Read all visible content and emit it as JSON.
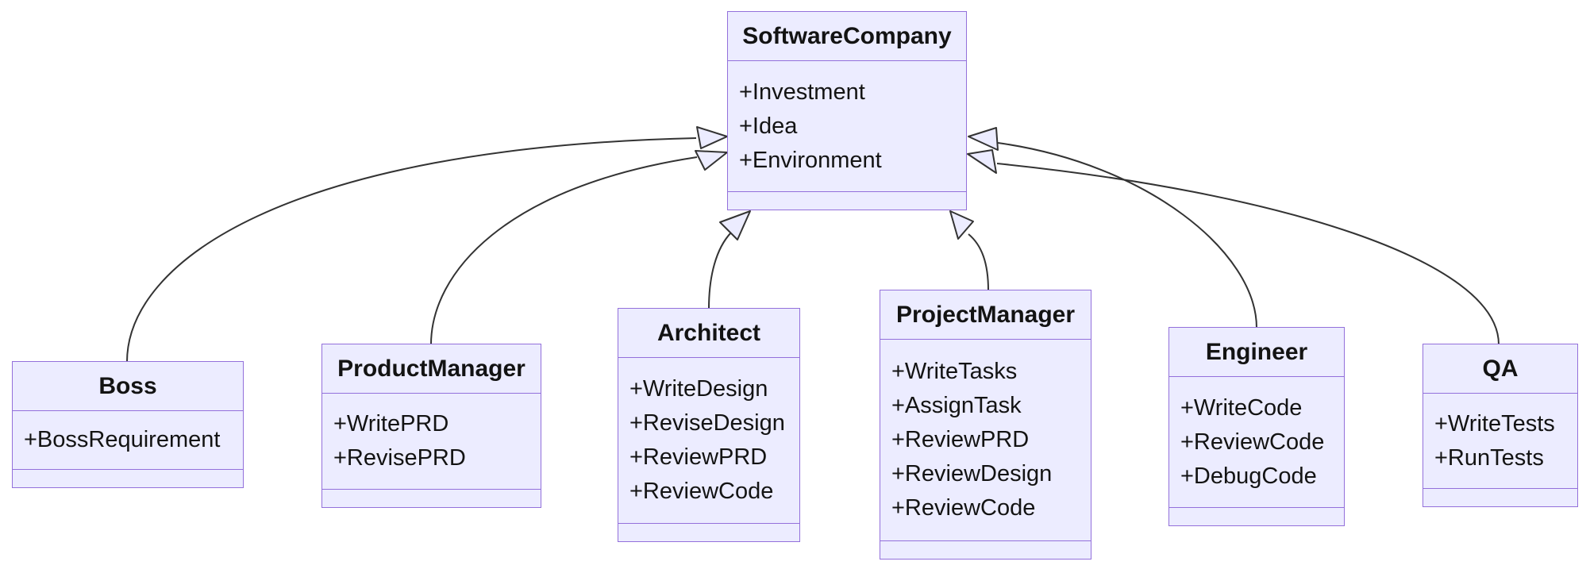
{
  "diagram": {
    "type": "uml-class-diagram",
    "colors": {
      "node_fill": "#ECECFF",
      "node_border": "#9370DB",
      "edge_stroke": "#333333",
      "text": "#131313",
      "background": "#ffffff"
    }
  },
  "classes": [
    {
      "name": "SoftwareCompany",
      "members": [
        "+Investment",
        "+Idea",
        "+Environment"
      ],
      "methods": []
    },
    {
      "name": "Boss",
      "members": [
        "+BossRequirement"
      ],
      "methods": []
    },
    {
      "name": "ProductManager",
      "members": [
        "+WritePRD",
        "+RevisePRD"
      ],
      "methods": []
    },
    {
      "name": "Architect",
      "members": [
        "+WriteDesign",
        "+ReviseDesign",
        "+ReviewPRD",
        "+ReviewCode"
      ],
      "methods": []
    },
    {
      "name": "ProjectManager",
      "members": [
        "+WriteTasks",
        "+AssignTask",
        "+ReviewPRD",
        "+ReviewDesign",
        "+ReviewCode"
      ],
      "methods": []
    },
    {
      "name": "Engineer",
      "members": [
        "+WriteCode",
        "+ReviewCode",
        "+DebugCode"
      ],
      "methods": []
    },
    {
      "name": "QA",
      "members": [
        "+WriteTests",
        "+RunTests"
      ],
      "methods": []
    }
  ],
  "relationships": [
    {
      "from": "Boss",
      "to": "SoftwareCompany",
      "type": "inheritance"
    },
    {
      "from": "ProductManager",
      "to": "SoftwareCompany",
      "type": "inheritance"
    },
    {
      "from": "Architect",
      "to": "SoftwareCompany",
      "type": "inheritance"
    },
    {
      "from": "ProjectManager",
      "to": "SoftwareCompany",
      "type": "inheritance"
    },
    {
      "from": "Engineer",
      "to": "SoftwareCompany",
      "type": "inheritance"
    },
    {
      "from": "QA",
      "to": "SoftwareCompany",
      "type": "inheritance"
    }
  ]
}
